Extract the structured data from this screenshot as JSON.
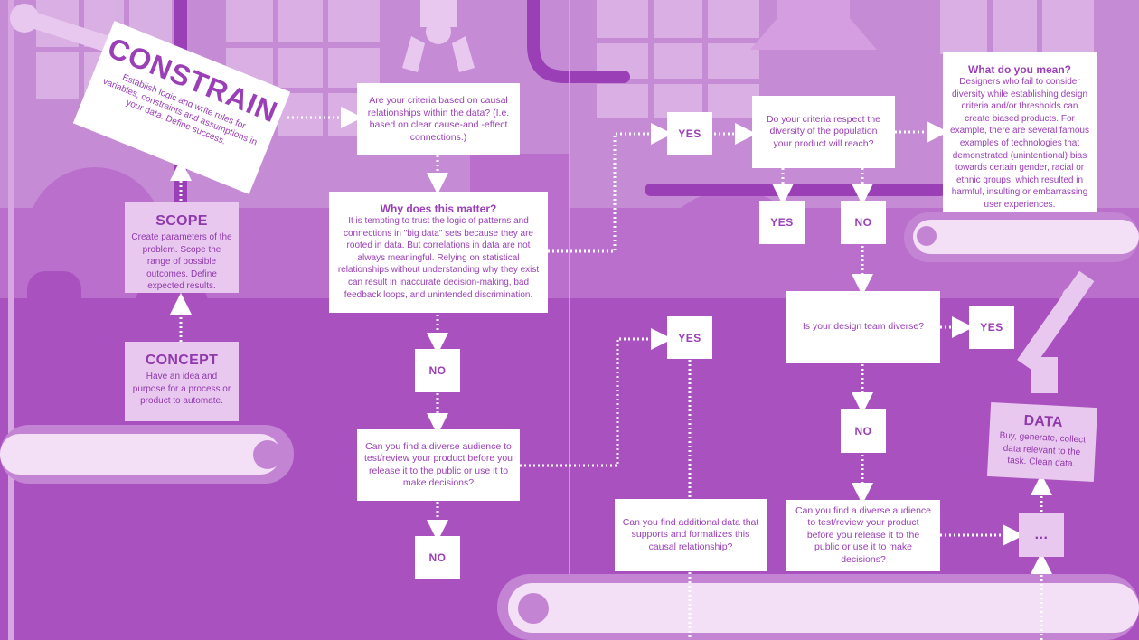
{
  "constrain": {
    "title": "CONSTRAIN",
    "text": "Establish logic and write rules for variables, constraints and assumptions in your data. Define success."
  },
  "scope": {
    "title": "SCOPE",
    "text": "Create parameters of the problem. Scope the range of possible outcomes. Define expected results."
  },
  "concept": {
    "title": "CONCEPT",
    "text": "Have an idea and purpose for a process or product to automate."
  },
  "data_card": {
    "title": "DATA",
    "text": "Buy, generate, collect data relevant to the task. Clean data."
  },
  "questions": {
    "causal": "Are your criteria based on causal relationships within the data? (I.e. based on clear cause-and -effect connections.)",
    "diverse_audience_left": "Can you find a diverse audience to test/review your product before you release it to the public or use it to make decisions?",
    "additional_data": "Can you find additional data that supports and formalizes this causal relationship?",
    "respect_diversity": "Do your criteria respect the diversity of the population your product will reach?",
    "team_diverse": "Is your design team diverse?",
    "diverse_audience_right": "Can you find a diverse audience to test/review your product before you release it to the public or use it to make decisions?"
  },
  "why_matter": {
    "title": "Why does this matter?",
    "text": "It is tempting to trust the logic of patterns and connections in \"big data\" sets because they are rooted in data. But correlations in data are not always meaningful. Relying on statistical relationships without understanding why they exist can result in inaccurate decision-making, bad feedback loops, and unintended discrimination."
  },
  "what_mean": {
    "title": "What do you mean?",
    "text": "Designers who fail to consider diversity while establishing design criteria and/or thresholds can create biased products. For example, there are several famous examples of technologies that demonstrated (unintentional) bias towards certain gender, racial or ethnic groups, which resulted in harmful, insulting or embarrassing user experiences."
  },
  "answers": {
    "no_1": "NO",
    "no_2": "NO",
    "yes_top": "YES",
    "yes_mid": "YES",
    "yes_respect": "YES",
    "no_respect": "NO",
    "yes_team": "YES",
    "no_team": "NO",
    "more": "..."
  },
  "colors": {
    "background": "#b15ec6",
    "box": "#ffffff",
    "text": "#9a3fb6",
    "card": "#e9c8ef"
  }
}
